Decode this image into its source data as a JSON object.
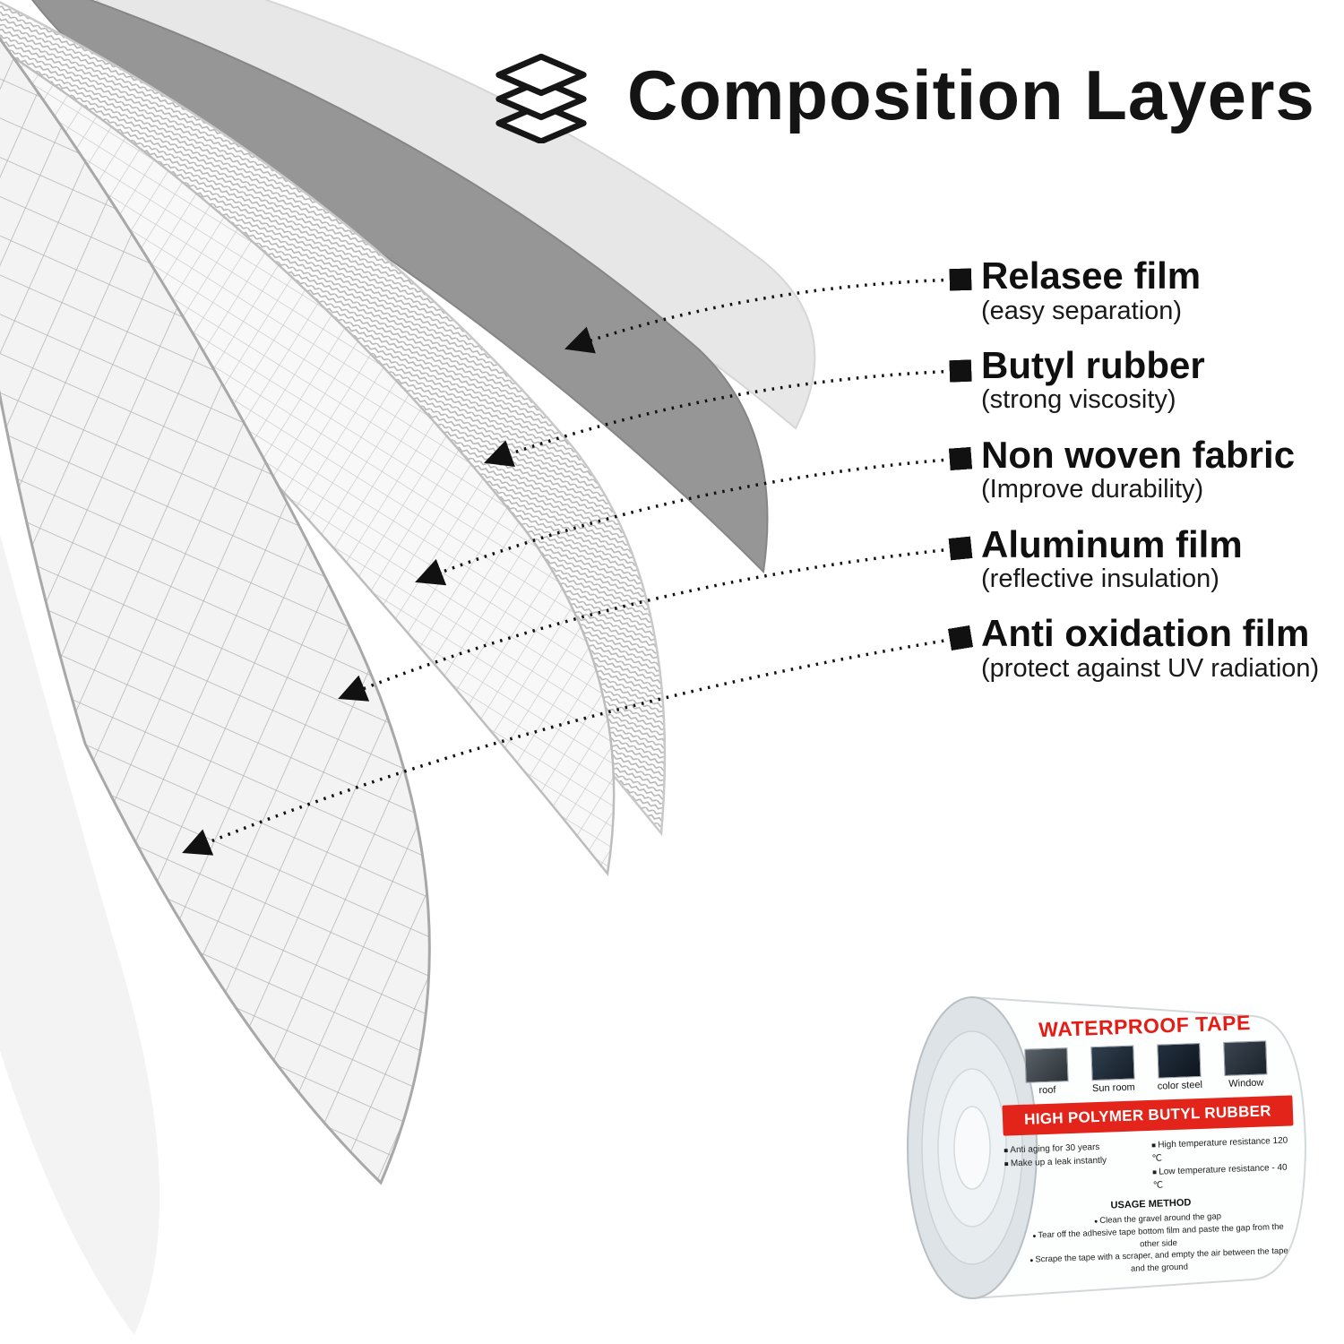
{
  "title": {
    "text": "Composition Layers"
  },
  "icons": {
    "title": "stacked-layers-icon",
    "leader": "dotted-arrow"
  },
  "labels": [
    {
      "name": "Relasee film",
      "desc": "(easy separation)"
    },
    {
      "name": "Butyl rubber",
      "desc": "(strong viscosity)"
    },
    {
      "name": "Non woven fabric",
      "desc": "(Improve durability)"
    },
    {
      "name": "Aluminum film",
      "desc": "(reflective insulation)"
    },
    {
      "name": "Anti oxidation film",
      "desc": "(protect against UV radiation)"
    }
  ],
  "product": {
    "header": "WATERPROOF TAPE",
    "applications": [
      "roof",
      "Sun room",
      "color steel",
      "Window"
    ],
    "band": "HIGH POLYMER BUTYL RUBBER",
    "features_left": [
      "Anti aging for 30 years",
      "Make up a leak instantly"
    ],
    "features_right": [
      "High temperature resistance 120 ℃",
      "Low temperature resistance - 40 ℃"
    ],
    "usage_title": "USAGE METHOD",
    "usage_steps": [
      "Clean the gravel around the gap",
      "Tear off the adhesive tape bottom film and paste the gap from the other side",
      "Scrape the tape with a scraper, and empty the air between the tape and the ground"
    ]
  },
  "colors": {
    "accent_red": "#e3241b",
    "text": "#141414",
    "layer_release": "#e7e7e7",
    "layer_butyl": "#969696",
    "layer_light": "#f3f3f3"
  }
}
